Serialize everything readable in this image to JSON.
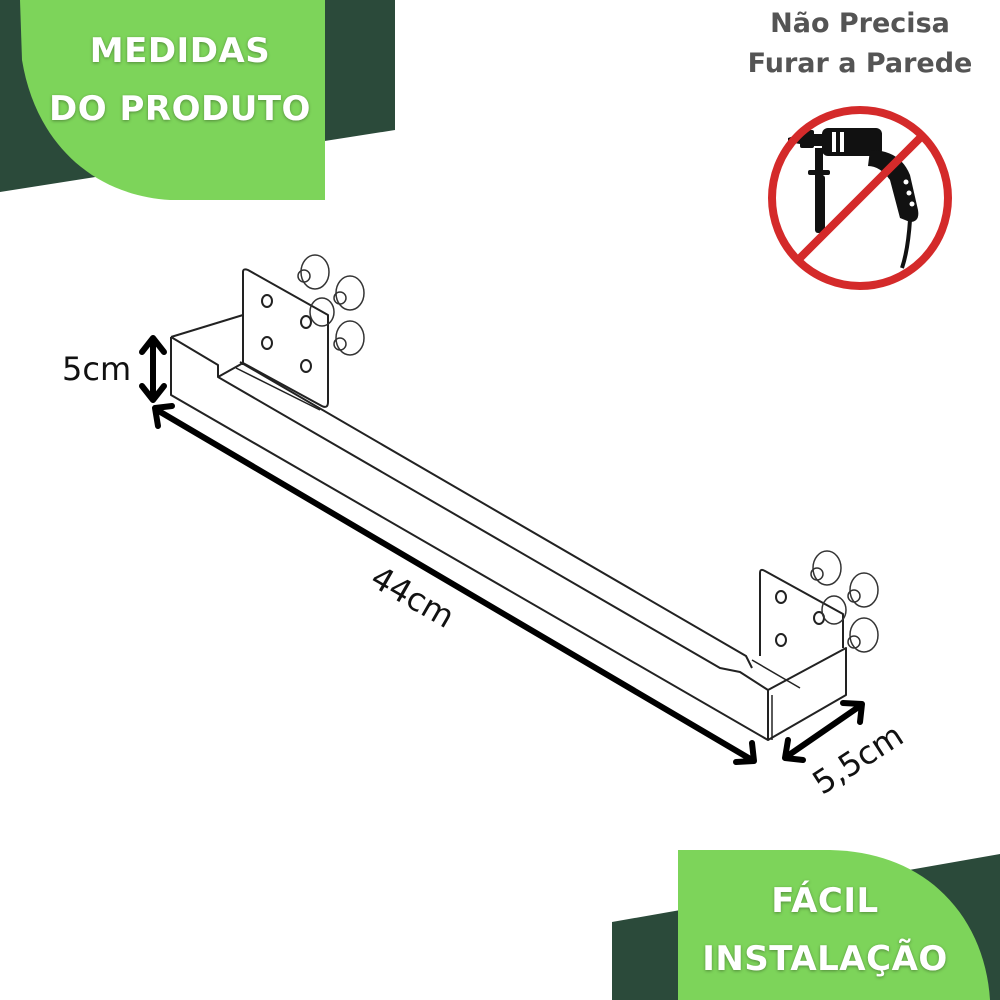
{
  "colors": {
    "dark_green": "#2b4a3a",
    "light_green": "#7dd45a",
    "prohibit_red": "#d42a2a",
    "text_gray": "#545454",
    "line_black": "#111111"
  },
  "top_left_badge": {
    "line1": "MEDIDAS",
    "line2": "DO PRODUTO"
  },
  "top_right_notice": {
    "line1": "Não Precisa",
    "line2": "Furar a Parede",
    "icon": "no-drill-icon"
  },
  "bottom_right_badge": {
    "line1": "FÁCIL",
    "line2": "INSTALAÇÃO"
  },
  "dimensions": {
    "height": "5cm",
    "length": "44cm",
    "depth": "5,5cm"
  },
  "product": {
    "icon": "shelf-bracket-drawing",
    "suction_cups_per_side": 4
  }
}
